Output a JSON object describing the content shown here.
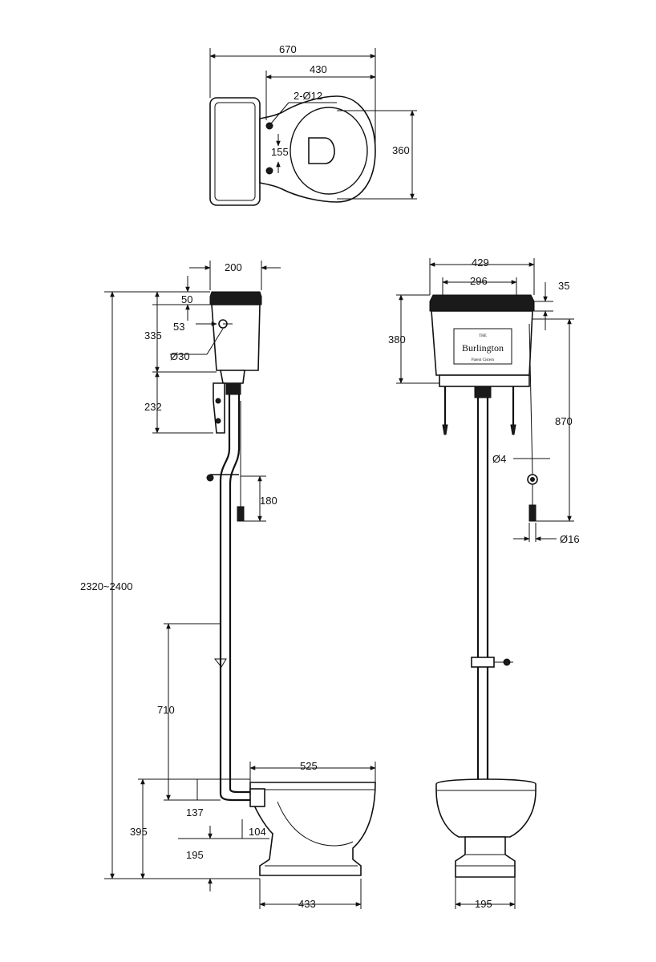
{
  "top_view": {
    "width_overall": "670",
    "width_bowl": "430",
    "holes": "2-Ø12",
    "hole_spacing": "155",
    "depth": "360"
  },
  "side_view": {
    "cistern_depth": "200",
    "lid_height": "50",
    "cistern_height": "335",
    "inlet_offset": "53",
    "inlet_diameter": "Ø30",
    "bracket_height": "232",
    "handle_drop": "180",
    "overall_height": "2320~2400",
    "pipe_section": "710",
    "pan_length": "525",
    "outlet_height": "137",
    "pan_height": "395",
    "outlet_projection": "104",
    "outlet_base": "195",
    "base_length": "433"
  },
  "front_view": {
    "cistern_width": "429",
    "lid_width": "296",
    "lid_overhang": "35",
    "cistern_height": "380",
    "chain_length": "870",
    "chain_diameter": "Ø4",
    "handle_diameter": "Ø16",
    "pedestal_width": "195"
  },
  "brand": {
    "the": "THE",
    "name": "Burlington",
    "tagline": "Patent Cistern"
  }
}
